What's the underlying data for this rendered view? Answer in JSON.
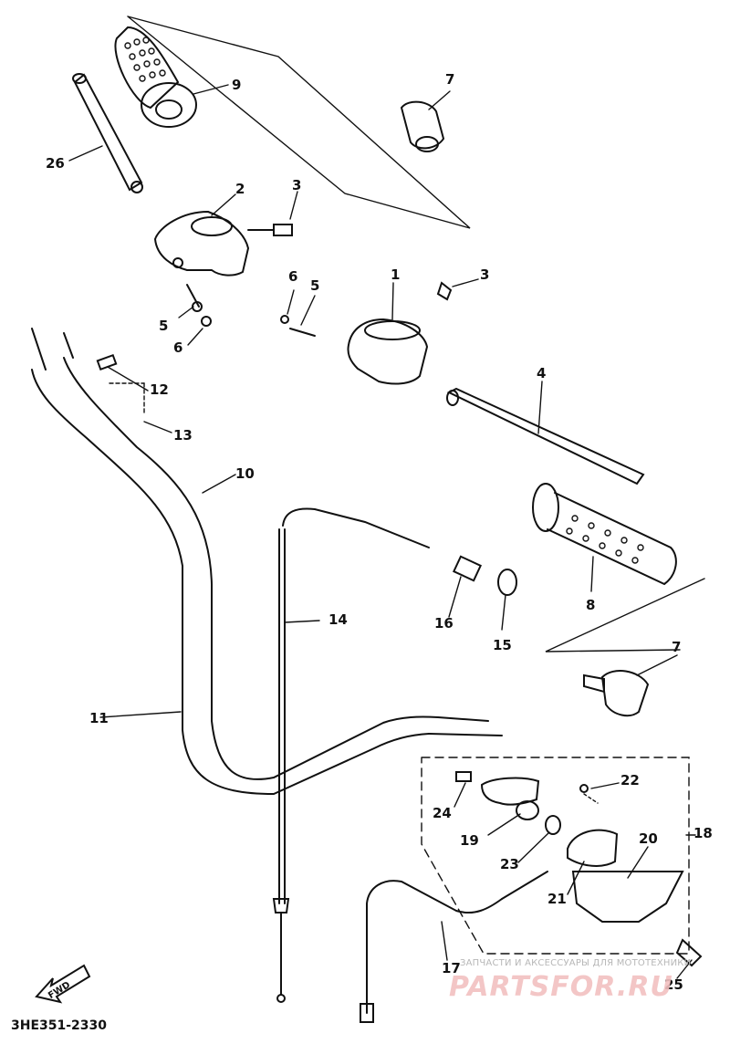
{
  "diagram": {
    "part_labels": [
      "1",
      "2",
      "3",
      "4",
      "5",
      "6",
      "7",
      "8",
      "9",
      "10",
      "11",
      "12",
      "13",
      "14",
      "15",
      "16",
      "17",
      "18",
      "19",
      "20",
      "21",
      "22",
      "23",
      "24",
      "25",
      "26"
    ],
    "diagram_code": "3HE351-2330",
    "direction_arrow": "FWD"
  },
  "watermark": {
    "tagline": "ЗАПЧАСТИ И АКСЕССУАРЫ ДЛЯ МОТОТЕХНИКИ",
    "brand": "PARTSFOR.RU"
  }
}
